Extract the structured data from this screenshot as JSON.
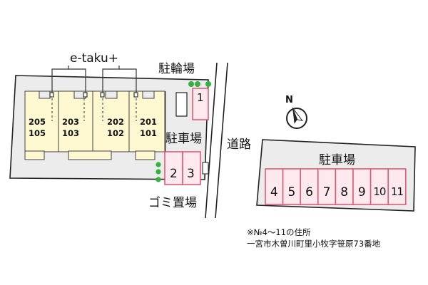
{
  "building": {
    "name": "e-taku+",
    "units": [
      {
        "upper": "205",
        "lower": "105"
      },
      {
        "upper": "203",
        "lower": "103"
      },
      {
        "upper": "202",
        "lower": "102"
      },
      {
        "upper": "201",
        "lower": "101"
      }
    ]
  },
  "labels": {
    "bicycle_parking": "駐輪場",
    "parking_left": "駐車場",
    "road": "道路",
    "garbage": "ゴミ置場",
    "parking_right": "駐車場",
    "north": "N"
  },
  "spaces_left": [
    "1",
    "2",
    "3"
  ],
  "spaces_right": [
    "4",
    "5",
    "6",
    "7",
    "8",
    "9",
    "10",
    "11"
  ],
  "note": {
    "line1": "※№4～11の住所",
    "line2": "一宮市木曽川町里小牧字笹原73番地"
  },
  "colors": {
    "building_fill": "#fdf8d0",
    "parking_border": "#e0526e",
    "parking_fill": "#fde9ee",
    "lot_fill": "#ececec",
    "tree": "#2fb33c"
  }
}
